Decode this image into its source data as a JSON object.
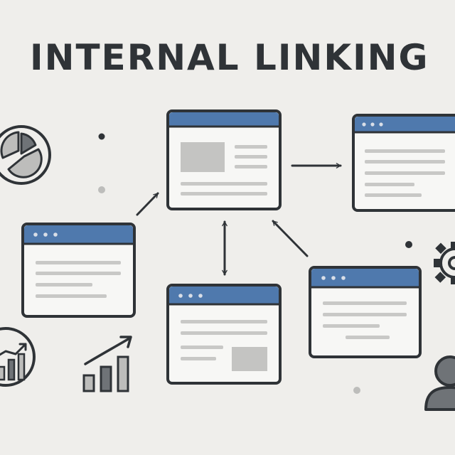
{
  "title": "INTERNAL LINKING",
  "colors": {
    "background": "#efeeeb",
    "ink": "#2f3337",
    "titlebar": "#4f79ad",
    "window": "#f7f7f5",
    "line": "#c8c8c6",
    "image_block": "#c4c4c2",
    "dot_light": "#d9dee7"
  },
  "pages": [
    {
      "name": "page-center-top",
      "layout": "image-left"
    },
    {
      "name": "page-right-top",
      "layout": "lines"
    },
    {
      "name": "page-left",
      "layout": "lines"
    },
    {
      "name": "page-center-bottom",
      "layout": "image-right"
    },
    {
      "name": "page-right-bottom",
      "layout": "lines"
    }
  ],
  "links": [
    {
      "from": "page-left",
      "to": "page-center-top",
      "direction": "one-way"
    },
    {
      "from": "page-center-top",
      "to": "page-right-top",
      "direction": "one-way"
    },
    {
      "from": "page-center-top",
      "to": "page-center-bottom",
      "direction": "two-way"
    },
    {
      "from": "page-right-bottom",
      "to": "page-center-top",
      "direction": "one-way"
    }
  ],
  "icons": [
    "pie-chart-icon",
    "growth-chart-icon",
    "bar-chart-icon",
    "gear-icon",
    "user-icon"
  ]
}
